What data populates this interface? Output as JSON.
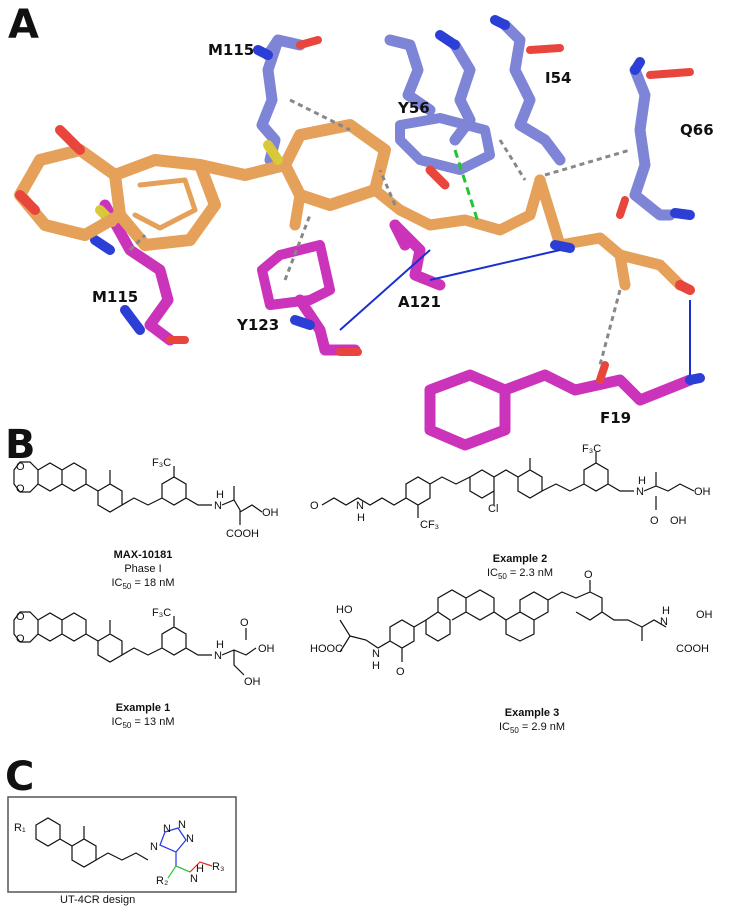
{
  "panels": {
    "a_label": "A",
    "b_label": "B",
    "c_label": "C"
  },
  "residues": {
    "m115_top": "M115",
    "y56": "Y56",
    "i54": "I54",
    "q66": "Q66",
    "m115_left": "M115",
    "y123": "Y123",
    "a121": "A121",
    "f19": "F19"
  },
  "compounds": {
    "max": {
      "name": "MAX-10181",
      "phase": "Phase I",
      "ic50_prefix": "IC",
      "ic50_sub": "50",
      "ic50_value": " = 18 nM"
    },
    "ex1": {
      "name": "Example 1",
      "ic50_prefix": "IC",
      "ic50_sub": "50",
      "ic50_value": " = 13 nM"
    },
    "ex2": {
      "name": "Example 2",
      "ic50_prefix": "IC",
      "ic50_sub": "50",
      "ic50_value": " = 2.3 nM"
    },
    "ex3": {
      "name": "Example 3",
      "ic50_prefix": "IC",
      "ic50_sub": "50",
      "ic50_value": " = 2.9 nM"
    }
  },
  "atoms": {
    "cf3": "F₃C",
    "cf3_alt": "CF₃",
    "nh": "N",
    "h": "H",
    "oh": "OH",
    "cooh": "COOH",
    "hooc": "HOOC",
    "ho": "HO",
    "cl": "Cl",
    "o": "O",
    "n": "N",
    "r1": "R₁",
    "r2": "R₂",
    "r3": "R₃"
  },
  "design": {
    "caption": "UT-4CR design"
  },
  "colors": {
    "ligand": "#e5a05a",
    "protein_blue": "#7e84d6",
    "protein_magenta": "#cc33bb",
    "oxygen": "#e8463c",
    "nitrogen": "#2b3fd6",
    "sulfur": "#d8c83a",
    "hbond": "#1a2fd0",
    "contact": "#888888",
    "pipi": "#22c433",
    "tetrazole": "#2233ee",
    "r2_green": "#33cc33",
    "r3_red": "#ee2222"
  }
}
